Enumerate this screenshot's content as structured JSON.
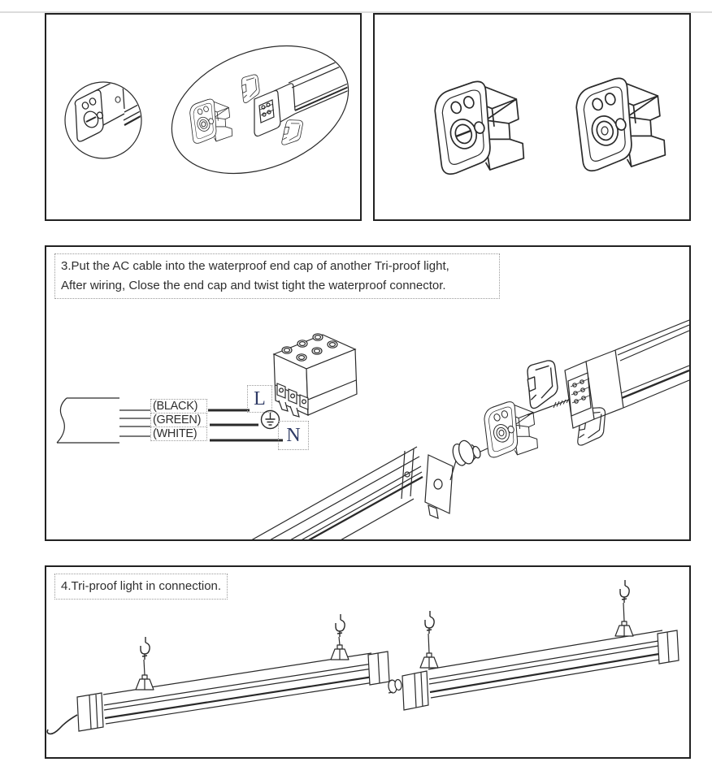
{
  "step3": {
    "line1": "3.Put the AC cable into the waterproof end cap of another Tri-proof light,",
    "line2": "After wiring, Close the end cap and twist tight the waterproof connector."
  },
  "step4": {
    "text": "4.Tri-proof light in connection."
  },
  "wiring": {
    "wire_labels": [
      "(BLACK)",
      "(GREEN)",
      "(WHITE)"
    ],
    "terminal_live": "L",
    "terminal_neutral": "N",
    "ground_icon": "earth-ground-symbol"
  },
  "colors": {
    "line_art": "#2a2a2a",
    "terminal_label": "#2f3b66",
    "dotted_border": "#9b9b9b",
    "top_rule": "#dcdcdc",
    "panel_border": "#222222",
    "text": "#2e2e2e"
  }
}
